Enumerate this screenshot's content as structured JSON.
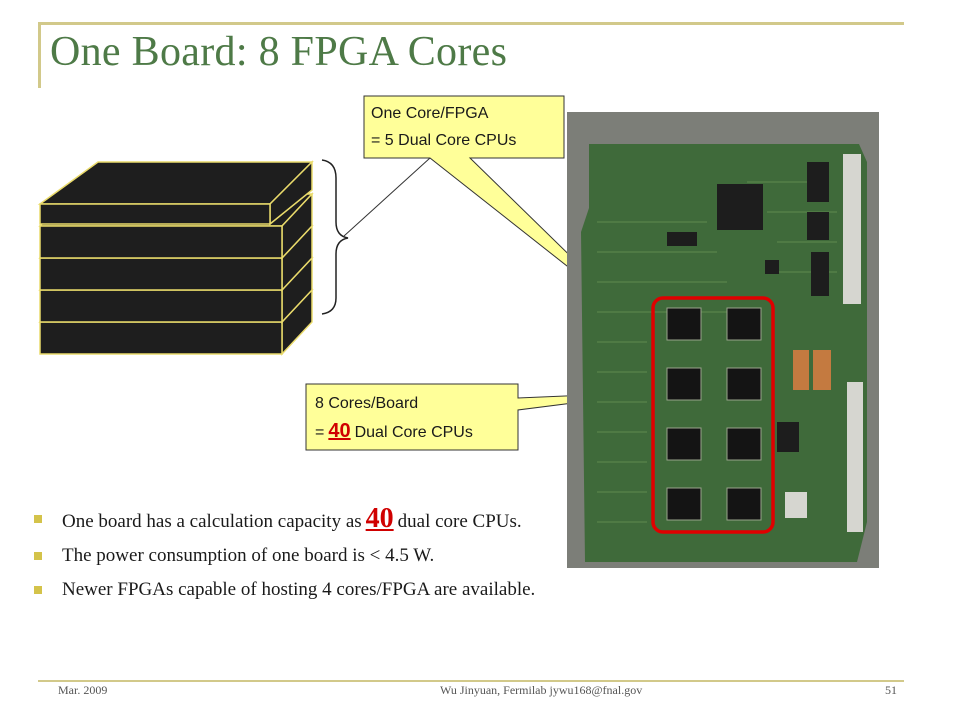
{
  "slide": {
    "title": "One Board: 8 FPGA Cores",
    "callout_top": {
      "line1": "One Core/FPGA",
      "line2": "= 5 Dual Core CPUs"
    },
    "callout_bottom": {
      "line1": "8 Cores/Board",
      "line2_prefix": "=",
      "line2_number": "40",
      "line2_suffix": "Dual Core CPUs"
    },
    "bullets": [
      {
        "prefix": "One board has a calculation capacity as",
        "highlight": "40",
        "suffix": "dual core CPUs."
      },
      {
        "text": "The power consumption of one board is < 4.5 W."
      },
      {
        "text": "Newer FPGAs capable of hosting 4 cores/FPGA are available."
      }
    ],
    "footer": {
      "date": "Mar. 2009",
      "author": "Wu Jinyuan, Fermilab jywu168@fnal.gov",
      "page": "51"
    }
  },
  "colors": {
    "title": "#4e7a47",
    "accent_line": "#d2c98a",
    "bullet": "#d4c34a",
    "callout_fill": "#ffff99",
    "highlight": "#d00000",
    "board_green": "#4a6f40",
    "selection_outline": "#e00000"
  }
}
